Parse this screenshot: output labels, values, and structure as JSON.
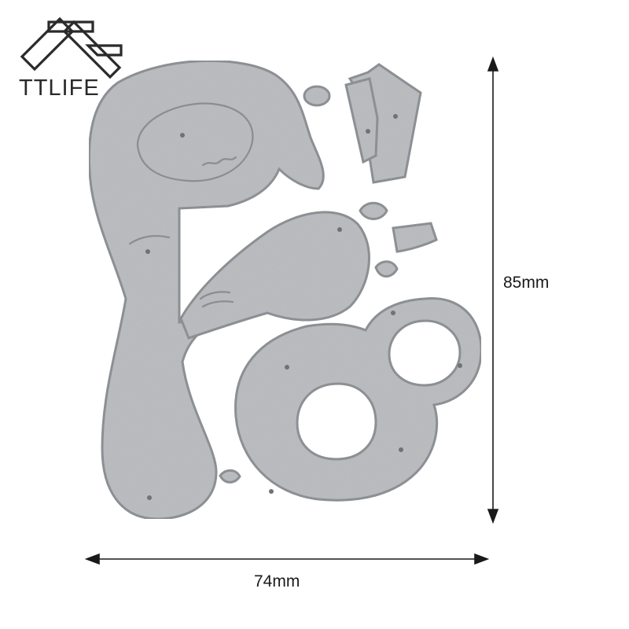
{
  "brand": {
    "name": "TTLIFE",
    "logo_icon": "ttlife-logo-icon"
  },
  "product": {
    "height_label": "85mm",
    "width_label": "74mm"
  },
  "colors": {
    "metal": "#bcbec1",
    "metal_edge": "#9b9ea2",
    "ink": "#1a1a1a"
  }
}
